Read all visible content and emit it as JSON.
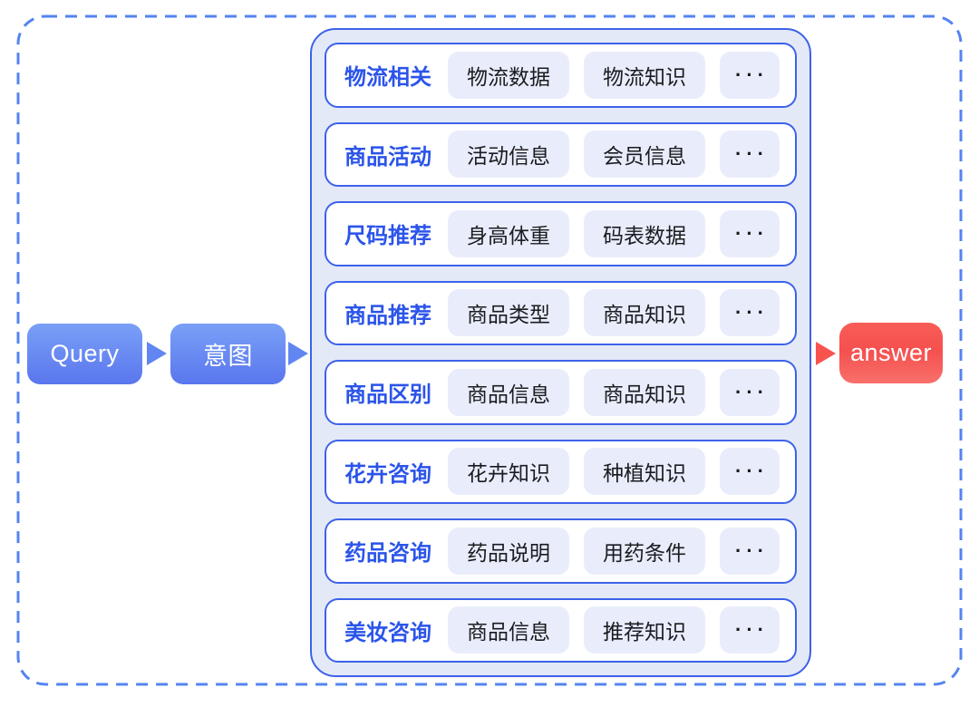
{
  "flow": {
    "query_label": "Query",
    "intent_label": "意图",
    "answer_label": "answer"
  },
  "more_label": "···",
  "intents": [
    {
      "label": "物流相关",
      "chips": [
        "物流数据",
        "物流知识"
      ]
    },
    {
      "label": "商品活动",
      "chips": [
        "活动信息",
        "会员信息"
      ]
    },
    {
      "label": "尺码推荐",
      "chips": [
        "身高体重",
        "码表数据"
      ]
    },
    {
      "label": "商品推荐",
      "chips": [
        "商品类型",
        "商品知识"
      ]
    },
    {
      "label": "商品区别",
      "chips": [
        "商品信息",
        "商品知识"
      ]
    },
    {
      "label": "花卉咨询",
      "chips": [
        "花卉知识",
        "种植知识"
      ]
    },
    {
      "label": "药品咨询",
      "chips": [
        "药品说明",
        "用药条件"
      ]
    },
    {
      "label": "美妆咨询",
      "chips": [
        "商品信息",
        "推荐知识"
      ]
    }
  ],
  "colors": {
    "solid_border_blue": "#3D62E9",
    "dashed_border_blue": "#5584F0",
    "node_blue_top": "#79A0F7",
    "node_blue_bottom": "#5A76ED",
    "answer_red": "#F75852",
    "arrow_blue": "#6186F2",
    "arrow_red": "#F8534F",
    "panel_background": "#E4E9F7",
    "chip_background": "#E9EDFB",
    "label_blue": "#2B54E9"
  }
}
